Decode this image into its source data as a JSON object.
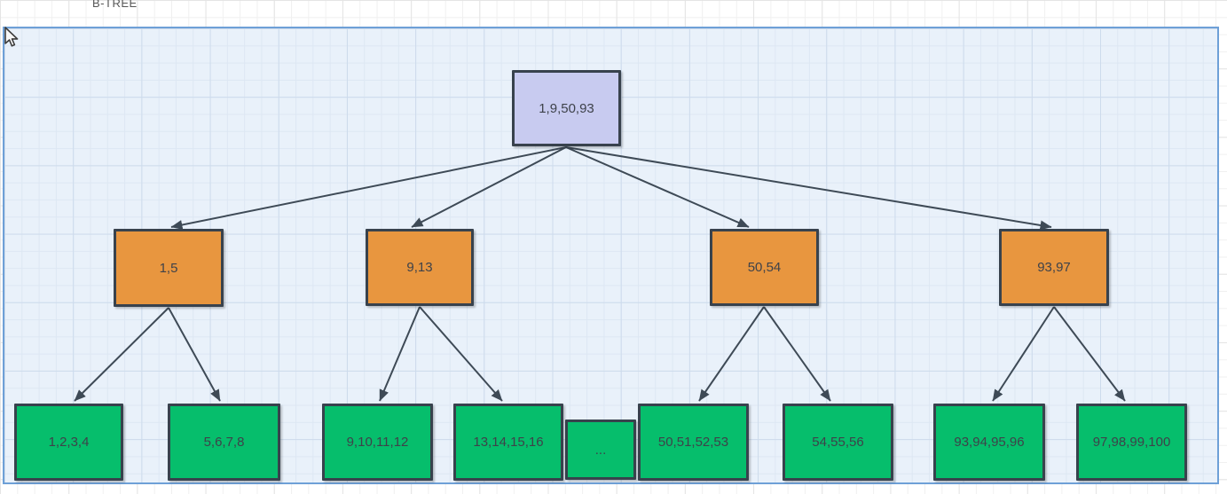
{
  "app": {
    "diagram_title": "B-TREE"
  },
  "canvas": {
    "background_color": "#ffffff",
    "selection_fill": "#e9f1fa",
    "selection_border_color": "#6ea0d7",
    "grid_minor_color": "#dde7f3",
    "grid_major_color": "#cddbec"
  },
  "cursor": {
    "name": "mouse-pointer"
  },
  "style": {
    "root_fill": "#c8cbf0",
    "internal_fill": "#e8963f",
    "leaf_fill": "#06be6c",
    "node_border_color": "#38424d",
    "node_text_color": "#3e424a",
    "arrow_color": "#3e4a56"
  },
  "nodes": [
    {
      "id": "root",
      "level": "root",
      "label": "1,9,50,93"
    },
    {
      "id": "internal-1",
      "level": "internal",
      "label": "1,5"
    },
    {
      "id": "internal-2",
      "level": "internal",
      "label": "9,13"
    },
    {
      "id": "internal-3",
      "level": "internal",
      "label": "50,54"
    },
    {
      "id": "internal-4",
      "level": "internal",
      "label": "93,97"
    },
    {
      "id": "leaf-1",
      "level": "leaf",
      "label": "1,2,3,4"
    },
    {
      "id": "leaf-2",
      "level": "leaf",
      "label": "5,6,7,8"
    },
    {
      "id": "leaf-3",
      "level": "leaf",
      "label": "9,10,11,12"
    },
    {
      "id": "leaf-4",
      "level": "leaf",
      "label": "13,14,15,16"
    },
    {
      "id": "ellipsis",
      "level": "leaf",
      "label": "..."
    },
    {
      "id": "leaf-5",
      "level": "leaf",
      "label": "50,51,52,53"
    },
    {
      "id": "leaf-6",
      "level": "leaf",
      "label": "54,55,56"
    },
    {
      "id": "leaf-7",
      "level": "leaf",
      "label": "93,94,95,96"
    },
    {
      "id": "leaf-8",
      "level": "leaf",
      "label": "97,98,99,100"
    }
  ],
  "edges": [
    {
      "from": "1,9,50,93",
      "to": "1,5"
    },
    {
      "from": "1,9,50,93",
      "to": "9,13"
    },
    {
      "from": "1,9,50,93",
      "to": "50,54"
    },
    {
      "from": "1,9,50,93",
      "to": "93,97"
    },
    {
      "from": "1,5",
      "to": "1,2,3,4"
    },
    {
      "from": "1,5",
      "to": "5,6,7,8"
    },
    {
      "from": "9,13",
      "to": "9,10,11,12"
    },
    {
      "from": "9,13",
      "to": "13,14,15,16"
    },
    {
      "from": "50,54",
      "to": "50,51,52,53"
    },
    {
      "from": "50,54",
      "to": "54,55,56"
    },
    {
      "from": "93,97",
      "to": "93,94,95,96"
    },
    {
      "from": "93,97",
      "to": "97,98,99,100"
    }
  ]
}
